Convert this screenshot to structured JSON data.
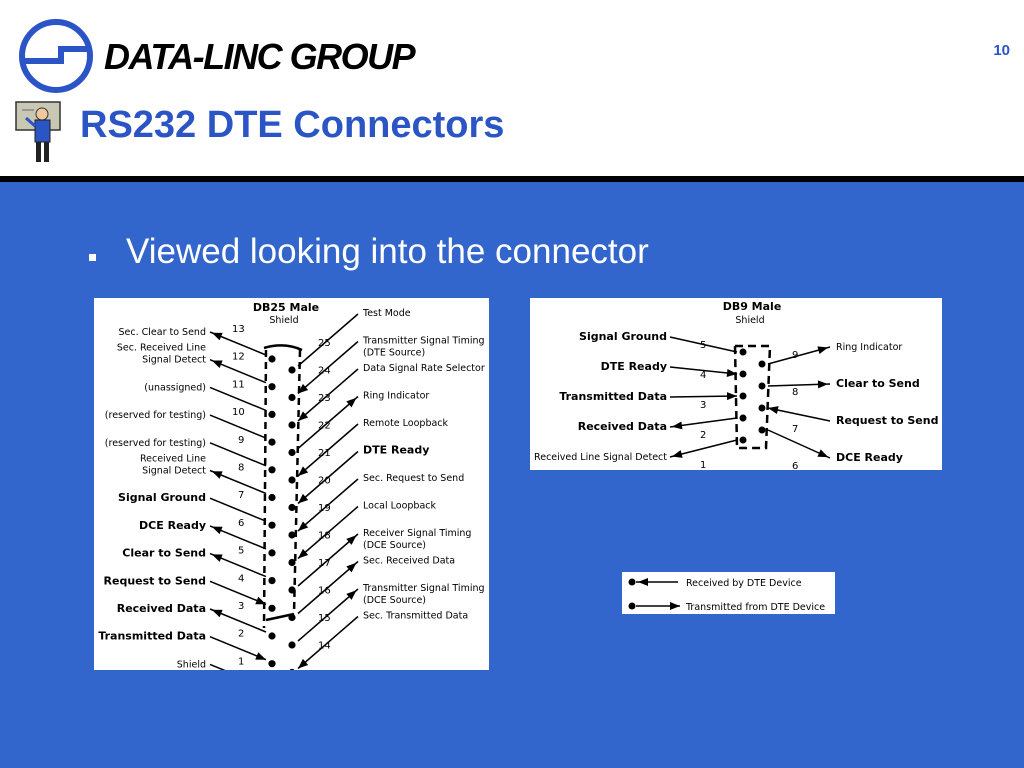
{
  "slide": {
    "brand": "DATA-LINC GROUP",
    "page_number": "10",
    "title": "RS232 DTE Connectors",
    "bullet": "Viewed looking into the connector"
  },
  "db25": {
    "title": "DB25 Male",
    "shield_label": "Shield",
    "left_pins": [
      {
        "num": "13",
        "lines": [
          "Sec. Clear to Send"
        ],
        "bold": false,
        "dir": "in"
      },
      {
        "num": "12",
        "lines": [
          "Sec. Received Line",
          "Signal Detect"
        ],
        "bold": false,
        "dir": "in"
      },
      {
        "num": "11",
        "lines": [
          "(unassigned)"
        ],
        "bold": false,
        "dir": "none"
      },
      {
        "num": "10",
        "lines": [
          "(reserved for testing)"
        ],
        "bold": false,
        "dir": "none"
      },
      {
        "num": "9",
        "lines": [
          "(reserved for testing)"
        ],
        "bold": false,
        "dir": "none"
      },
      {
        "num": "8",
        "lines": [
          "Received Line",
          "Signal Detect"
        ],
        "bold": false,
        "dir": "in"
      },
      {
        "num": "7",
        "lines": [
          "Signal Ground"
        ],
        "bold": true,
        "dir": "none"
      },
      {
        "num": "6",
        "lines": [
          "DCE Ready"
        ],
        "bold": true,
        "dir": "in"
      },
      {
        "num": "5",
        "lines": [
          "Clear to Send"
        ],
        "bold": true,
        "dir": "in"
      },
      {
        "num": "4",
        "lines": [
          "Request to Send"
        ],
        "bold": true,
        "dir": "out"
      },
      {
        "num": "3",
        "lines": [
          "Received Data"
        ],
        "bold": true,
        "dir": "in"
      },
      {
        "num": "2",
        "lines": [
          "Transmitted Data"
        ],
        "bold": true,
        "dir": "out"
      },
      {
        "num": "1",
        "lines": [
          "Shield"
        ],
        "bold": false,
        "dir": "none"
      }
    ],
    "right_pins": [
      {
        "num": "25",
        "lines": [
          "Test Mode"
        ],
        "bold": false,
        "dir": "none"
      },
      {
        "num": "24",
        "lines": [
          "Transmitter Signal Timing",
          "(DTE Source)"
        ],
        "bold": false,
        "dir": "out"
      },
      {
        "num": "23",
        "lines": [
          "Data Signal Rate Selector"
        ],
        "bold": false,
        "dir": "out"
      },
      {
        "num": "22",
        "lines": [
          "Ring Indicator"
        ],
        "bold": false,
        "dir": "in"
      },
      {
        "num": "21",
        "lines": [
          "Remote Loopback"
        ],
        "bold": false,
        "dir": "out"
      },
      {
        "num": "20",
        "lines": [
          "DTE Ready"
        ],
        "bold": true,
        "dir": "out"
      },
      {
        "num": "19",
        "lines": [
          "Sec. Request to Send"
        ],
        "bold": false,
        "dir": "out"
      },
      {
        "num": "18",
        "lines": [
          "Local Loopback"
        ],
        "bold": false,
        "dir": "out"
      },
      {
        "num": "17",
        "lines": [
          "Receiver Signal Timing",
          "(DCE Source)"
        ],
        "bold": false,
        "dir": "in"
      },
      {
        "num": "16",
        "lines": [
          "Sec. Received Data"
        ],
        "bold": false,
        "dir": "in"
      },
      {
        "num": "15",
        "lines": [
          "Transmitter Signal Timing",
          "(DCE Source)"
        ],
        "bold": false,
        "dir": "in"
      },
      {
        "num": "14",
        "lines": [
          "Sec. Transmitted Data"
        ],
        "bold": false,
        "dir": "out"
      }
    ]
  },
  "db9": {
    "title": "DB9 Male",
    "shield_label": "Shield",
    "left_pins": [
      {
        "num": "5",
        "lines": [
          "Signal Ground"
        ],
        "bold": true,
        "dir": "none"
      },
      {
        "num": "4",
        "lines": [
          "DTE Ready"
        ],
        "bold": true,
        "dir": "out"
      },
      {
        "num": "3",
        "lines": [
          "Transmitted Data"
        ],
        "bold": true,
        "dir": "out"
      },
      {
        "num": "2",
        "lines": [
          "Received Data"
        ],
        "bold": true,
        "dir": "in"
      },
      {
        "num": "1",
        "lines": [
          "Received Line Signal Detect"
        ],
        "bold": false,
        "dir": "in"
      }
    ],
    "right_pins": [
      {
        "num": "9",
        "lines": [
          "Ring Indicator"
        ],
        "bold": false,
        "dir": "in"
      },
      {
        "num": "8",
        "lines": [
          "Clear to Send"
        ],
        "bold": true,
        "dir": "in"
      },
      {
        "num": "7",
        "lines": [
          "Request to Send"
        ],
        "bold": true,
        "dir": "out"
      },
      {
        "num": "6",
        "lines": [
          "DCE Ready"
        ],
        "bold": true,
        "dir": "in"
      }
    ]
  },
  "legend": {
    "received": "Received by DTE Device",
    "transmitted": "Transmitted from DTE Device"
  },
  "colors": {
    "accent": "#2b54c4",
    "background": "#3366cc"
  }
}
